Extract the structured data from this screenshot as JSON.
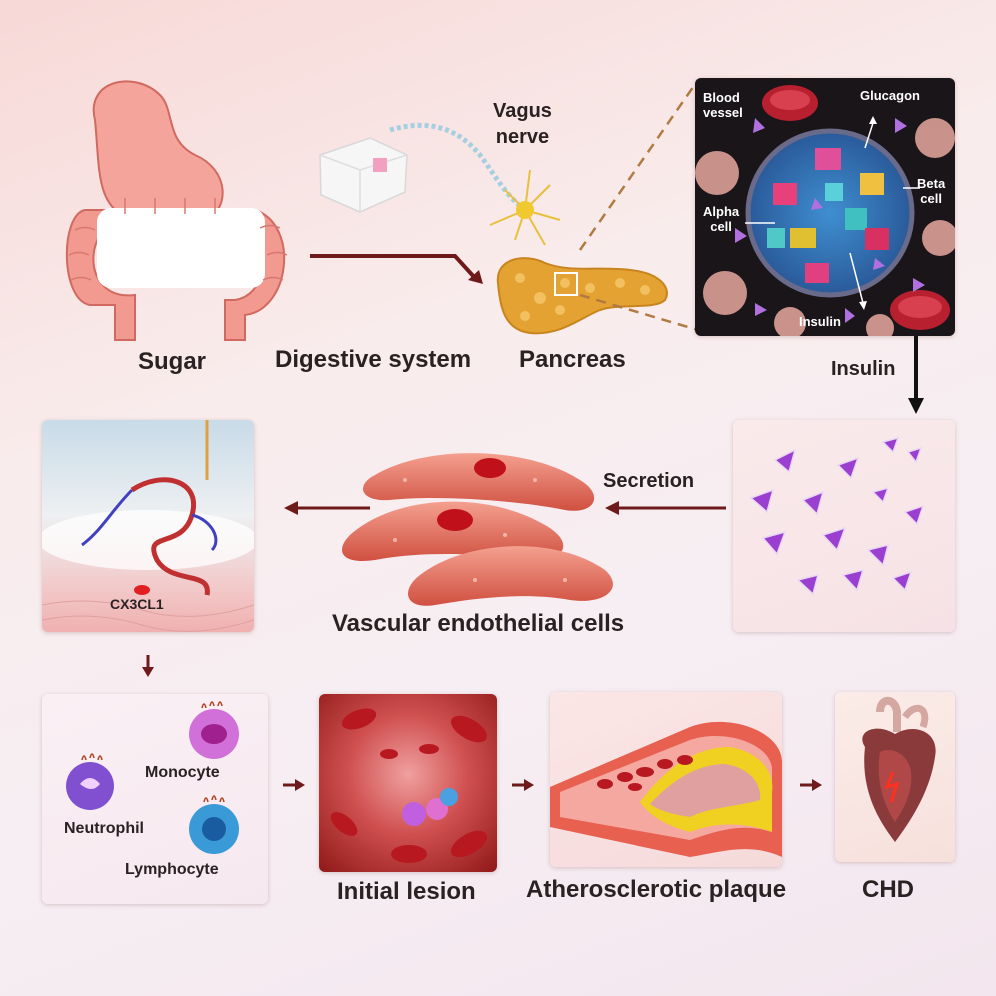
{
  "top": {
    "sugar": "Sugar",
    "digestive": "Digestive system",
    "vagus_line1": "Vagus",
    "vagus_line2": "nerve",
    "pancreas": "Pancreas",
    "insulin_arrow": "Insulin"
  },
  "inset": {
    "blood_vessel_line1": "Blood",
    "blood_vessel_line2": "vessel",
    "glucagon": "Glucagon",
    "beta_line1": "Beta",
    "beta_line2": "cell",
    "alpha_line1": "Alpha",
    "alpha_line2": "cell",
    "insulin": "Insulin"
  },
  "middle": {
    "secretion": "Secretion",
    "endothelial": "Vascular endothelial cells",
    "cx3cl1": "CX3CL1"
  },
  "bottom": {
    "monocyte": "Monocyte",
    "neutrophil": "Neutrophil",
    "lymphocyte": "Lymphocyte",
    "initial_lesion": "Initial lesion",
    "plaque": "Atherosclerotic plaque",
    "chd": "CHD"
  },
  "colors": {
    "arrow_dark_red": "#6e1a1a",
    "insulin_purple": "#9b3fd0",
    "pancreas_orange": "#e0a030",
    "stomach_pink": "#f08a80"
  }
}
